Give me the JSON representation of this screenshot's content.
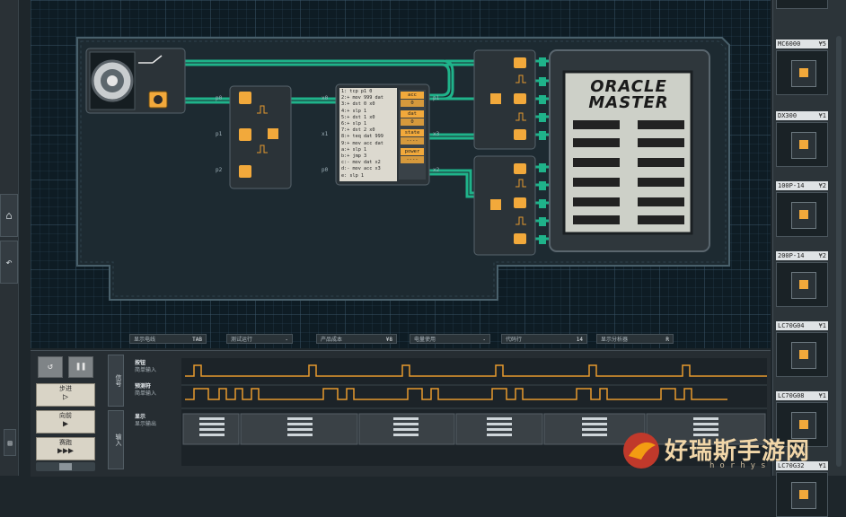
{
  "left_rail": {
    "home_icon": "house-icon",
    "undo_icon": "undo-icon",
    "small_icon": "menu-icon"
  },
  "code": {
    "lines": [
      "1: tcp p1 0",
      "2:+ mov 999 dat",
      "3:+ dst 0 x0",
      "4:+ slp 1",
      "5:+ dst 1 x0",
      "6:+ slp 1",
      "7:+ dst 2 x0",
      "8:+ teq dat 999",
      "9:+ mov acc dat",
      "a:+ slp 1",
      "b:+ jmp 3",
      "c:- mov dat x2",
      "d:- mov acc x3",
      "e: slp 1"
    ],
    "registers": [
      {
        "name": "acc",
        "value": "0"
      },
      {
        "name": "dat",
        "value": "0"
      },
      {
        "name": "state",
        "value": "----"
      },
      {
        "name": "power",
        "value": "----"
      }
    ]
  },
  "ports": {
    "p0_top": "p0",
    "p1": "p1",
    "p2": "p2",
    "x0": "x0",
    "p1_right": "p1",
    "x1": "x1",
    "p0_left": "p0",
    "x3": "x3",
    "x2": "x2"
  },
  "oracle": {
    "line1": "ORACLE",
    "line2": "MASTER"
  },
  "status_bar": [
    {
      "label": "显示电线",
      "value": "TAB"
    },
    {
      "label": "测试运行",
      "value": "-"
    },
    {
      "label": "产品成本",
      "value": "¥8"
    },
    {
      "label": "电量使用",
      "value": "-"
    },
    {
      "label": "代码行",
      "value": "14"
    },
    {
      "label": "显示分析器",
      "value": "R"
    }
  ],
  "controls": {
    "reset_icon": "reset-icon",
    "pause_icon": "pause-icon",
    "step_label": "步进",
    "step_symbol": "▷",
    "forward_label": "向前",
    "forward_symbol": "▶",
    "fast_label": "赛跑",
    "fast_symbol": "▶▶▶"
  },
  "side_tabs": {
    "tab1": "信号",
    "tab2": "输入"
  },
  "signals": [
    {
      "name": "按钮",
      "sub": "简单输入"
    },
    {
      "name": "预测符",
      "sub": "简单输入"
    },
    {
      "name": "显示",
      "sub": "显示输出"
    }
  ],
  "palette": [
    {
      "name": "",
      "price": ""
    },
    {
      "name": "MC6000",
      "price": "¥5"
    },
    {
      "name": "DX300",
      "price": "¥1"
    },
    {
      "name": "100P-14",
      "price": "¥2"
    },
    {
      "name": "200P-14",
      "price": "¥2"
    },
    {
      "name": "LC70G04",
      "price": "¥1"
    },
    {
      "name": "LC70G08",
      "price": "¥1"
    },
    {
      "name": "LC70G32",
      "price": "¥1"
    }
  ],
  "watermark": {
    "text": "好瑞斯手游网",
    "sub": "horhys"
  },
  "colors": {
    "wire_green": "#1fb38a",
    "wire_orange": "#e69a2e",
    "chip_bg": "#2b3338",
    "accent": "#f2a93b"
  }
}
